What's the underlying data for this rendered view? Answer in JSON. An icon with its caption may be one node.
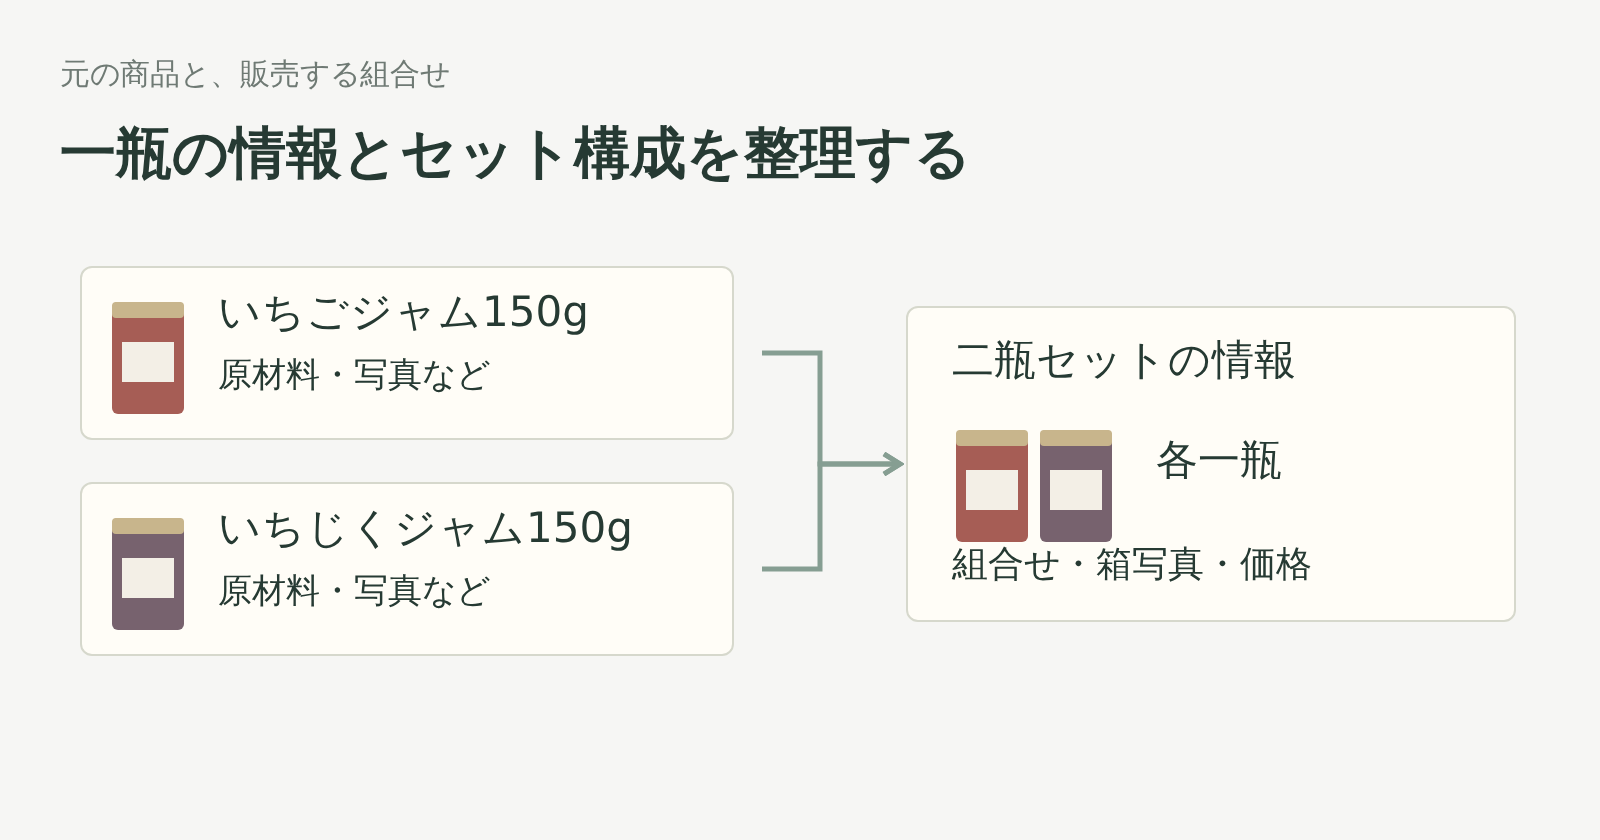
{
  "diagram": {
    "title": "一瓶の情報とセット構成を整理する",
    "nodes": [
      {
        "text": [
          "いちごジャム150g",
          "原材料・写真など"
        ]
      },
      {
        "text": [
          "いちじくジャム150g",
          "原材料・写真など"
        ]
      },
      {
        "text": [
          "二瓶セットの情報",
          "各一瓶",
          "組合せ・箱写真・価格"
        ]
      }
    ],
    "edges": [
      {
        "from": 0,
        "to": 2,
        "arrow": "to"
      },
      {
        "from": 1,
        "to": 2,
        "arrow": "to"
      }
    ],
    "labels": [
      "元の商品と、販売する組合せ"
    ]
  }
}
